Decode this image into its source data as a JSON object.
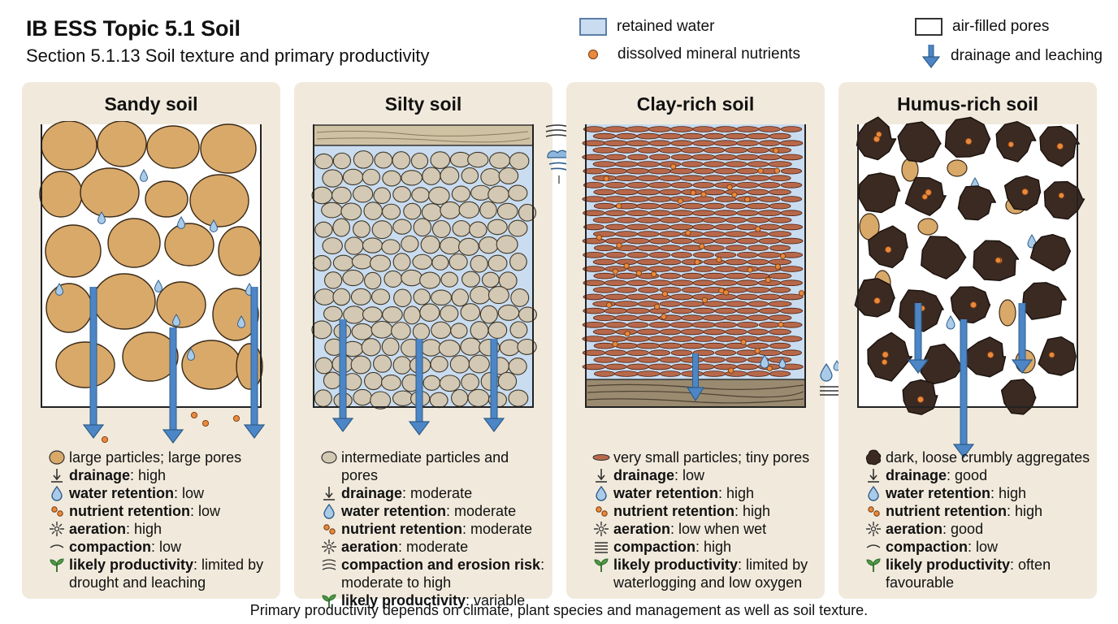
{
  "header": {
    "title": "IB ESS Topic 5.1 Soil",
    "subtitle": "Section 5.1.13 Soil texture and primary productivity"
  },
  "legend": {
    "retained_water": "retained water",
    "dissolved_nutrients": "dissolved mineral nutrients",
    "air_pores": "air-filled pores",
    "drainage": "drainage and leaching"
  },
  "colors": {
    "sand": "#d9a96a",
    "silt": "#d3c8b3",
    "clay": "#b8684a",
    "humus": "#3b2a22",
    "water": "#c9dcf0",
    "arrow": "#4c86c6",
    "nutrient": "#e8893c",
    "panel": "#f1eadc"
  },
  "panels": [
    {
      "title": "Sandy soil",
      "particles": "large particles; large pores",
      "drainage_label": "drainage",
      "drainage_value": ": high",
      "water_label": "water retention",
      "water_value": ": low",
      "nutrient_label": "nutrient retention",
      "nutrient_value": ": low",
      "aeration_label": "aeration",
      "aeration_value": ": high",
      "compaction_label": "compaction",
      "compaction_value": ": low",
      "productivity_label": "likely productivity",
      "productivity_value": ": limited by",
      "productivity_value2": "drought and leaching"
    },
    {
      "title": "Silty soil",
      "particles": "intermediate particles and pores",
      "drainage_label": "drainage",
      "drainage_value": ": moderate",
      "water_label": "water retention",
      "water_value": ": moderate",
      "nutrient_label": "nutrient retention",
      "nutrient_value": ": moderate",
      "aeration_label": "aeration",
      "aeration_value": ": moderate",
      "compaction_label": "compaction and erosion risk",
      "compaction_value": ":",
      "compaction_value2": "moderate to high",
      "productivity_label": "likely productivity",
      "productivity_value": ": variable"
    },
    {
      "title": "Clay-rich soil",
      "particles": "very small particles; tiny pores",
      "drainage_label": "drainage",
      "drainage_value": ": low",
      "water_label": "water retention",
      "water_value": ": high",
      "nutrient_label": "nutrient retention",
      "nutrient_value": ": high",
      "aeration_label": "aeration",
      "aeration_value": ": low when wet",
      "compaction_label": "compaction",
      "compaction_value": ": high",
      "productivity_label": "likely productivity",
      "productivity_value": ": limited by",
      "productivity_value2": "waterlogging and low oxygen"
    },
    {
      "title": "Humus-rich soil",
      "particles": "dark, loose crumbly aggregates",
      "drainage_label": "drainage",
      "drainage_value": ": good",
      "water_label": "water retention",
      "water_value": ": high",
      "nutrient_label": "nutrient retention",
      "nutrient_value": ": high",
      "aeration_label": "aeration",
      "aeration_value": ": good",
      "compaction_label": "compaction",
      "compaction_value": ": low",
      "productivity_label": "likely productivity",
      "productivity_value": ": often",
      "productivity_value2": "favourable"
    }
  ],
  "footer": "Primary productivity depends on climate, plant species and management as well as soil texture."
}
